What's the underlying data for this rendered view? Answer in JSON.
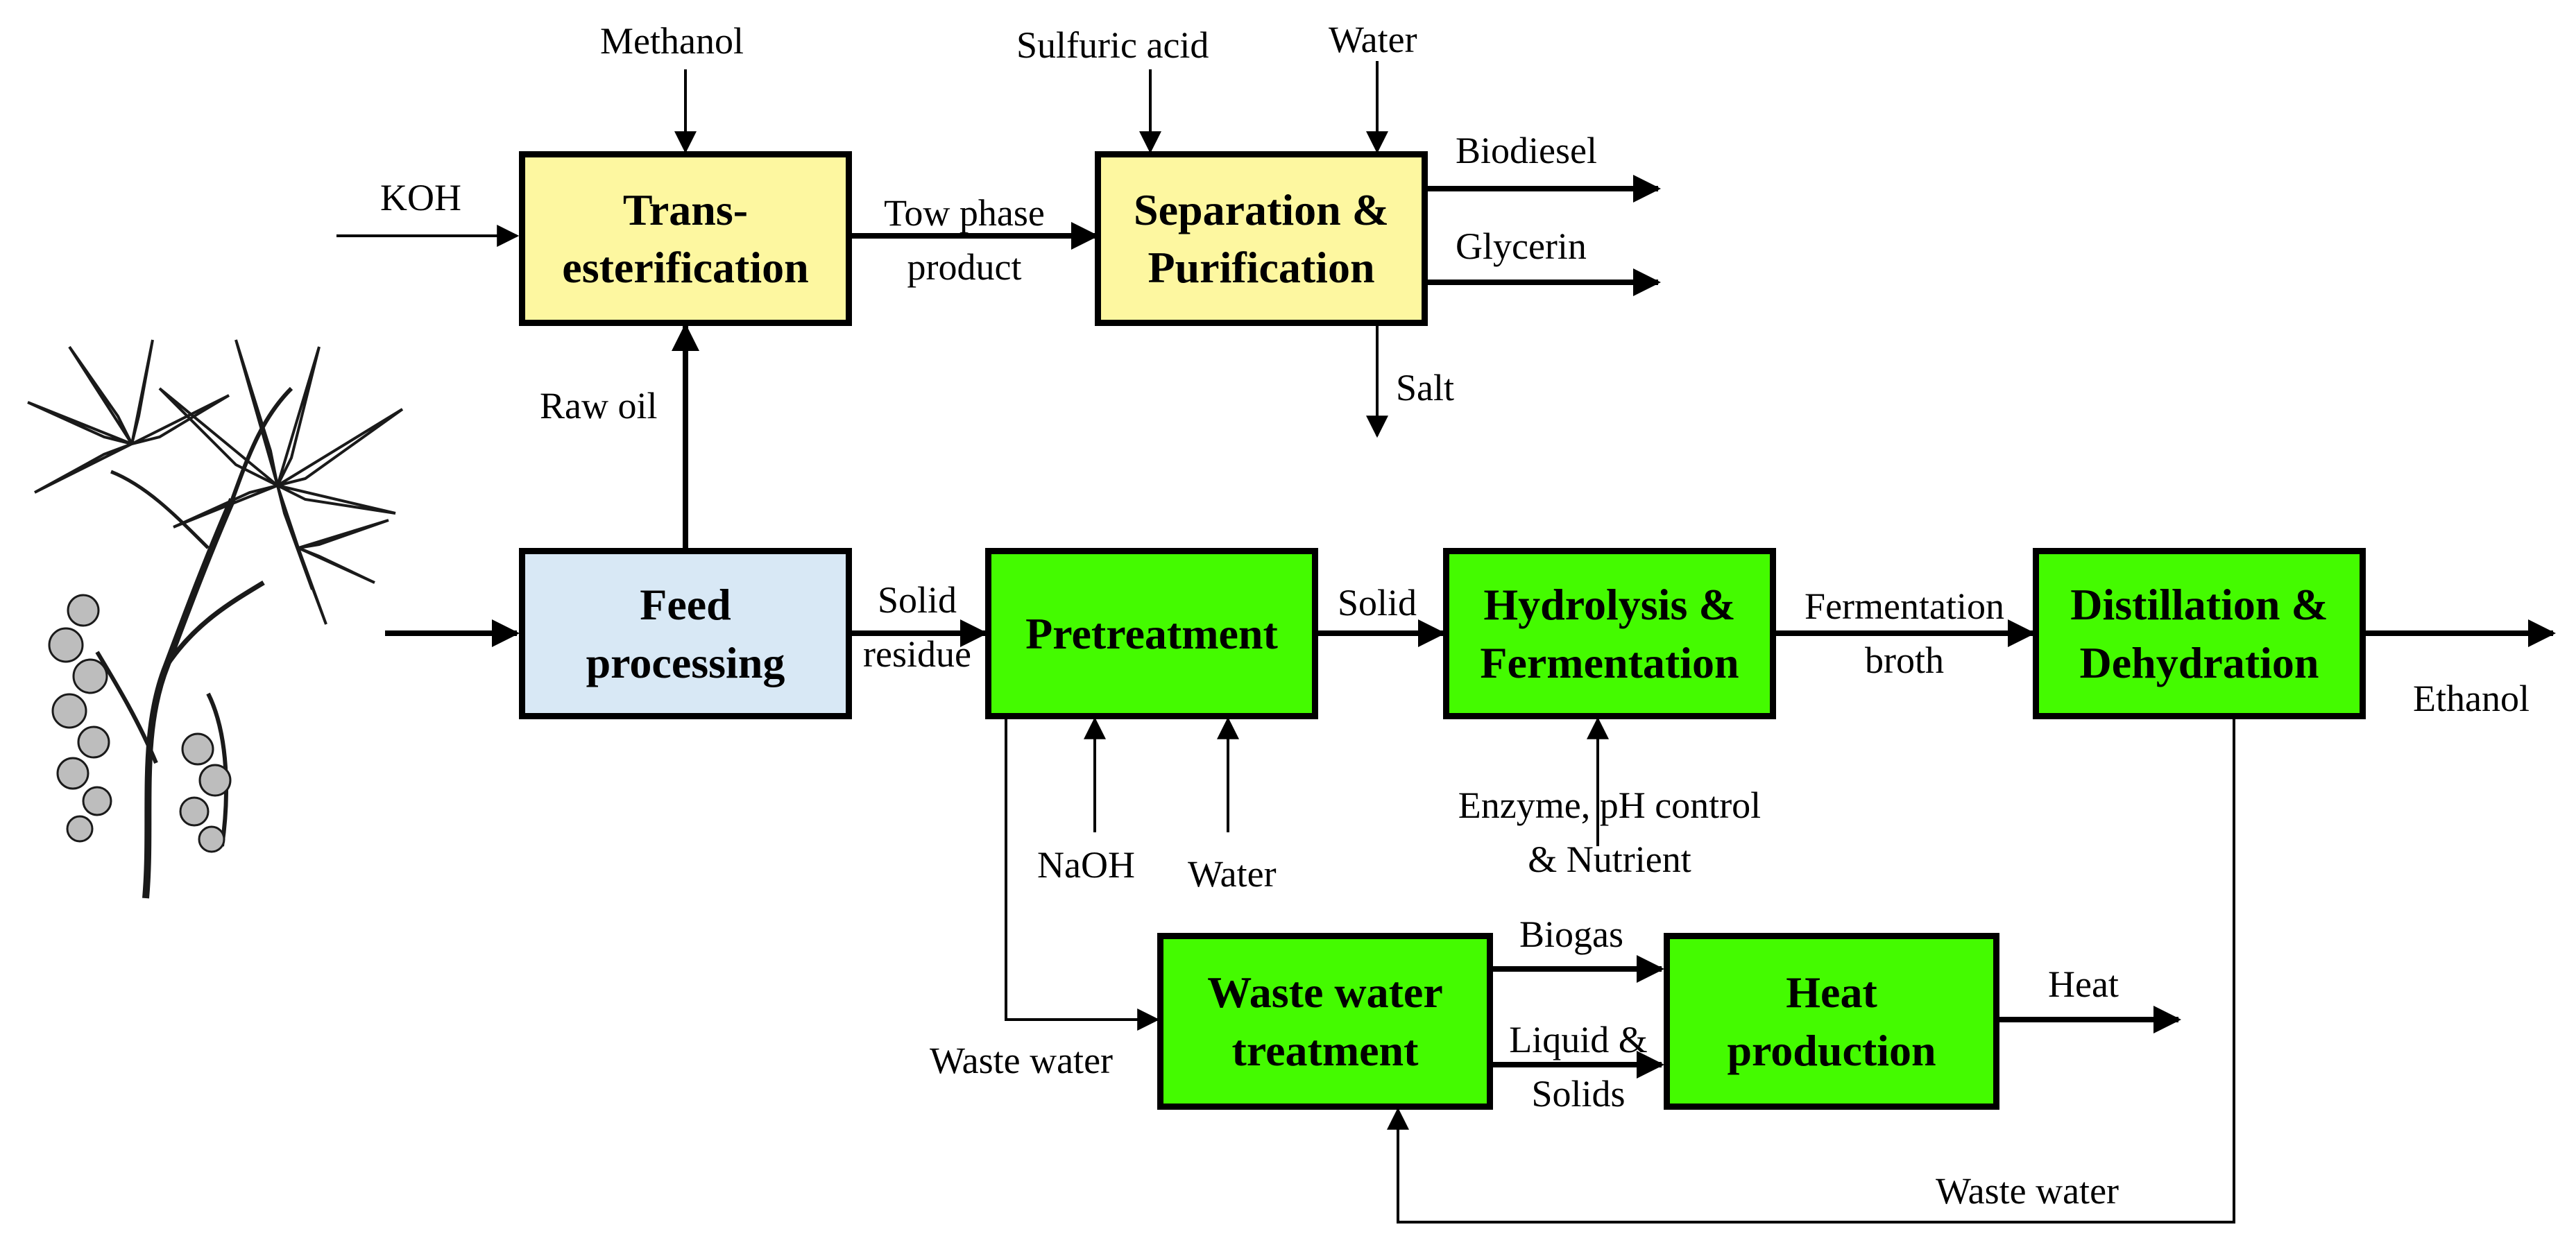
{
  "boxes": {
    "transesterification": "Trans-\nesterification",
    "separation": "Separation &\nPurification",
    "feed_processing": "Feed\nprocessing",
    "pretreatment": "Pretreatment",
    "hydrolysis": "Hydrolysis &\nFermentation",
    "distillation": "Distillation &\nDehydration",
    "waste_water_treatment": "Waste water\ntreatment",
    "heat_production": "Heat\nproduction"
  },
  "labels": {
    "methanol": "Methanol",
    "koh": "KOH",
    "sulfuric_acid": "Sulfuric acid",
    "water_top": "Water",
    "two_phase_product": "Tow phase\nproduct",
    "biodiesel": "Biodiesel",
    "glycerin": "Glycerin",
    "salt": "Salt",
    "raw_oil": "Raw oil",
    "solid_residue": "Solid\nresidue",
    "solid": "Solid",
    "fermentation_broth": "Fermentation\nbroth",
    "ethanol": "Ethanol",
    "naoh": "NaOH",
    "water_pretreatment": "Water",
    "enzyme": "Enzyme, pH control\n& Nutrient",
    "waste_water_left": "Waste water",
    "biogas": "Biogas",
    "liquid_solids": "Liquid &\nSolids",
    "heat": "Heat",
    "waste_water_bottom": "Waste water"
  },
  "colors": {
    "yellow_box": "#fdf7a0",
    "blue_box": "#d8e8f5",
    "green_box": "#44fb00",
    "line": "#000000"
  },
  "icons": {
    "plant": "castor-plant-illustration"
  }
}
